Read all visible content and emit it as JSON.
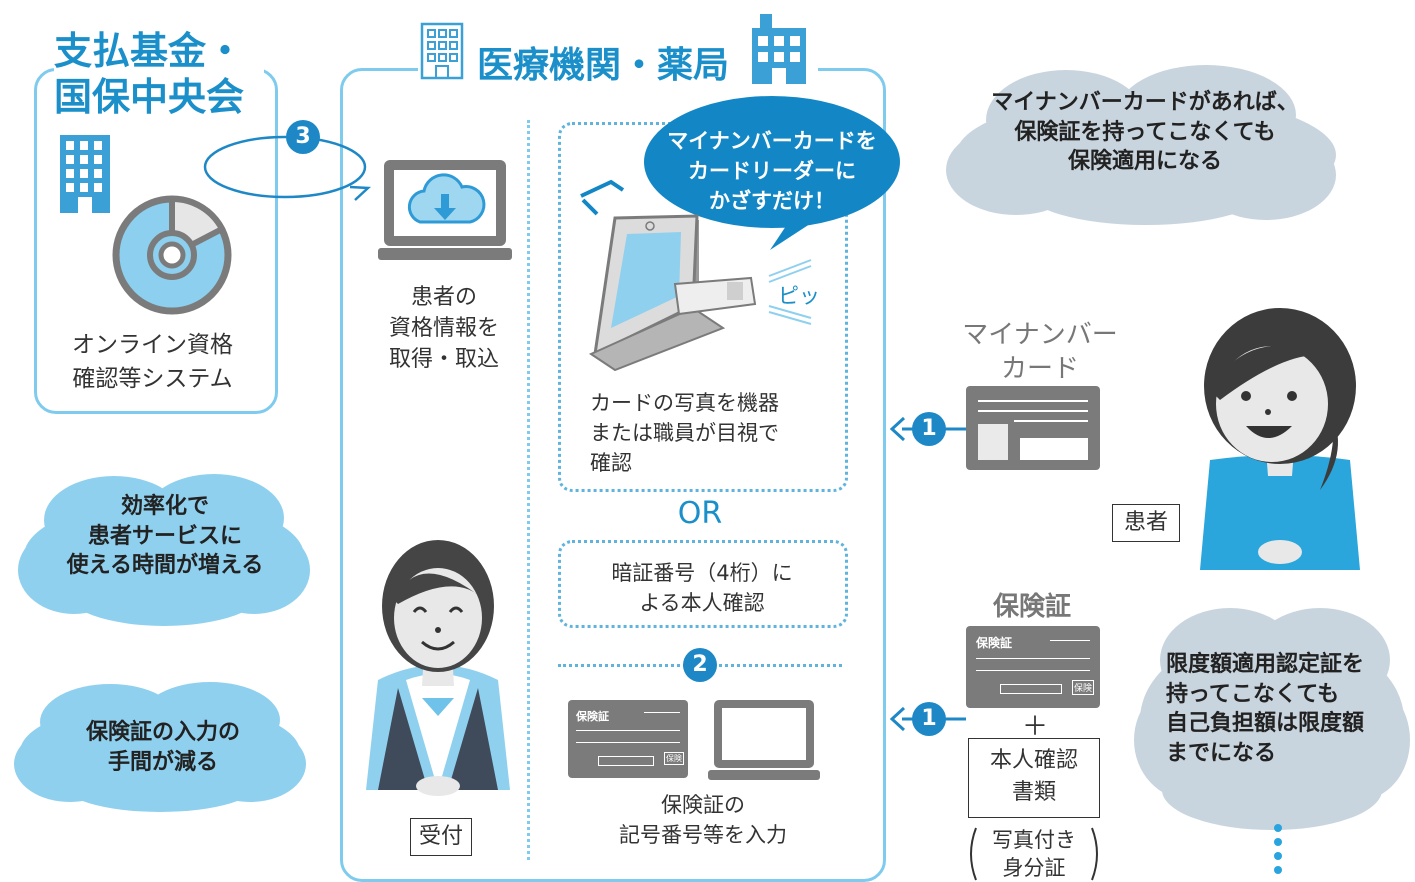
{
  "left_frame": {
    "title_line1": "支払基金・",
    "title_line2": "国保中央会",
    "system_line1": "オンライン資格",
    "system_line2": "確認等システム"
  },
  "main_frame": {
    "title": "医療機関・薬局",
    "acquire_line1": "患者の",
    "acquire_line2": "資格情報を",
    "acquire_line3": "取得・取込",
    "bubble_line1": "マイナンバーカードを",
    "bubble_line2": "カードリーダーに",
    "bubble_line3": "かざすだけ！",
    "beep": "ピッ",
    "photo_line1": "カードの写真を機器",
    "photo_line2": "または職員が目視で",
    "photo_line3": "確認",
    "or_label": "OR",
    "pin_line1": "暗証番号（4桁）に",
    "pin_line2": "よる本人確認",
    "input_line1": "保険証の",
    "input_line2": "記号番号等を入力",
    "reception_label": "受付"
  },
  "clouds": {
    "top_right_line1": "マイナンバーカードがあれば、",
    "top_right_line2": "保険証を持ってこなくても",
    "top_right_line3": "保険適用になる",
    "left1_line1": "効率化で",
    "left1_line2": "患者サービスに",
    "left1_line3": "使える時間が増える",
    "left2_line1": "保険証の入力の",
    "left2_line2": "手間が減る",
    "bottom_right_line1": "限度額適用認定証を",
    "bottom_right_line2": "持ってこなくても",
    "bottom_right_line3": "自己負担額は限度額",
    "bottom_right_line4": "までになる"
  },
  "patient": {
    "mynumber_line1": "マイナンバー",
    "mynumber_line2": "カード",
    "label": "患者",
    "insurance_title": "保険証",
    "plus": "＋",
    "id_doc_line1": "本人確認",
    "id_doc_line2": "書類",
    "photo_id_line1": "写真付き",
    "photo_id_line2": "身分証"
  },
  "card_labels": {
    "insurance_card": "保険証",
    "kenko": "保険"
  },
  "numbers": {
    "n1": "1",
    "n2": "2",
    "n3": "3"
  },
  "colors": {
    "accent_blue": "#1a8fc9",
    "frame_blue": "#7fcbee",
    "cloud_blue": "#8fd0ef",
    "cloud_gray": "#c9d5de",
    "card_gray": "#7b7b7b"
  }
}
